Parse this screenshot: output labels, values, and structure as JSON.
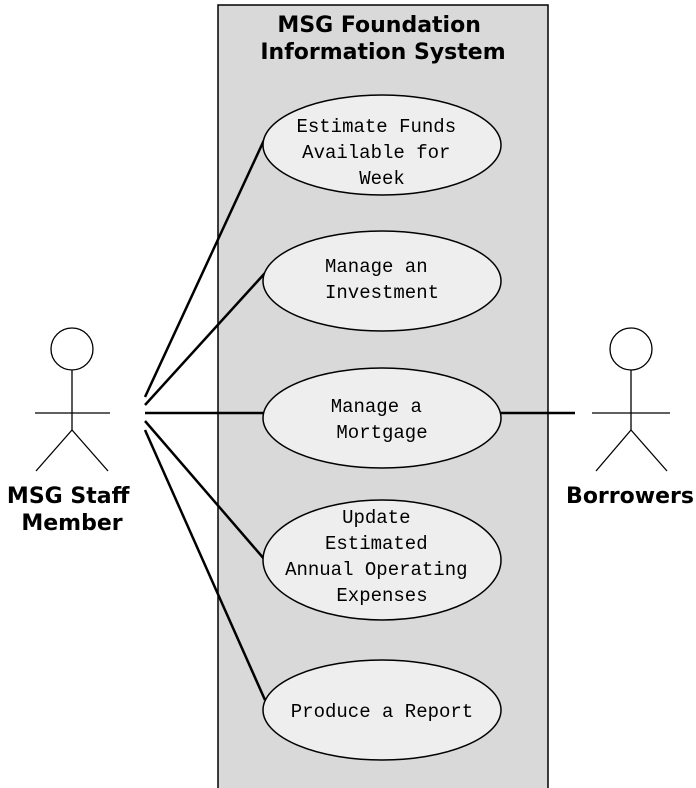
{
  "system": {
    "title_lines": [
      "MSG Foundation",
      "Information System"
    ],
    "fill": "#d9d9d9"
  },
  "use_cases": [
    {
      "id": "estimate-funds",
      "lines": [
        "Estimate Funds",
        "Available for",
        "Week"
      ]
    },
    {
      "id": "manage-investment",
      "lines": [
        "Manage an",
        "Investment"
      ]
    },
    {
      "id": "manage-mortgage",
      "lines": [
        "Manage a",
        "Mortgage"
      ]
    },
    {
      "id": "update-expenses",
      "lines": [
        "Update",
        "Estimated",
        "Annual Operating",
        "Expenses"
      ]
    },
    {
      "id": "produce-report",
      "lines": [
        "Produce a Report"
      ]
    }
  ],
  "use_case_fill": "#eeeeee",
  "actors": {
    "staff": {
      "lines": [
        "MSG Staff",
        "Member"
      ]
    },
    "borrowers": {
      "lines": [
        "Borrowers"
      ]
    }
  }
}
